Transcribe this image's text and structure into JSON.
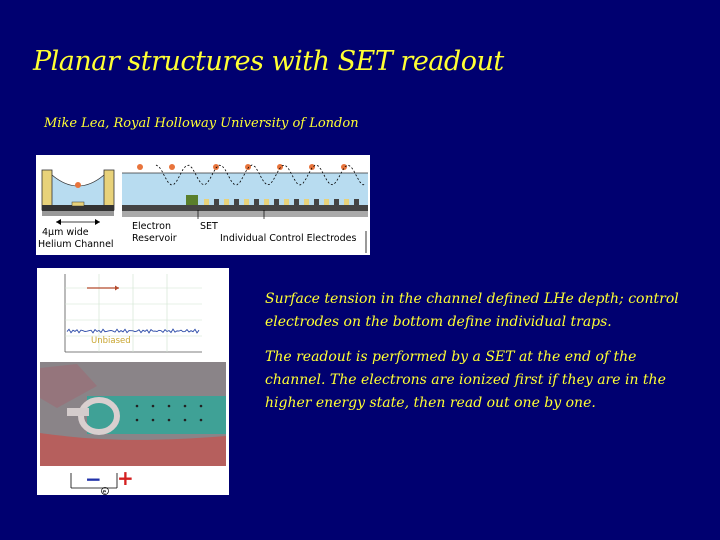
{
  "slide": {
    "title": "Planar structures with SET readout",
    "subtitle": "Mike Lea, Royal Holloway University of London",
    "paragraphs": [
      "Surface tension in the channel defined LHe depth; control electrodes on the bottom define individual traps.",
      "The readout is performed by a SET at the end of the channel. The electrons are ionized first if they are in the higher energy state, then read out one by one."
    ]
  },
  "diagram": {
    "labels": {
      "channel_width": "4μm wide",
      "channel_name": "Helium Channel",
      "reservoir_line1": "Electron",
      "reservoir_line2": "Reservoir",
      "set": "SET",
      "electrodes": "Individual Control Electrodes"
    }
  },
  "inset_plot": {
    "annotation": "Unbiased"
  },
  "micrograph": {
    "minus_sign": "−",
    "plus_sign": "+",
    "electron_symbol": "e"
  },
  "colors": {
    "background": "#000070",
    "text": "#ffff33",
    "helium": "#b8dcf0",
    "electron": "#e8743b"
  }
}
